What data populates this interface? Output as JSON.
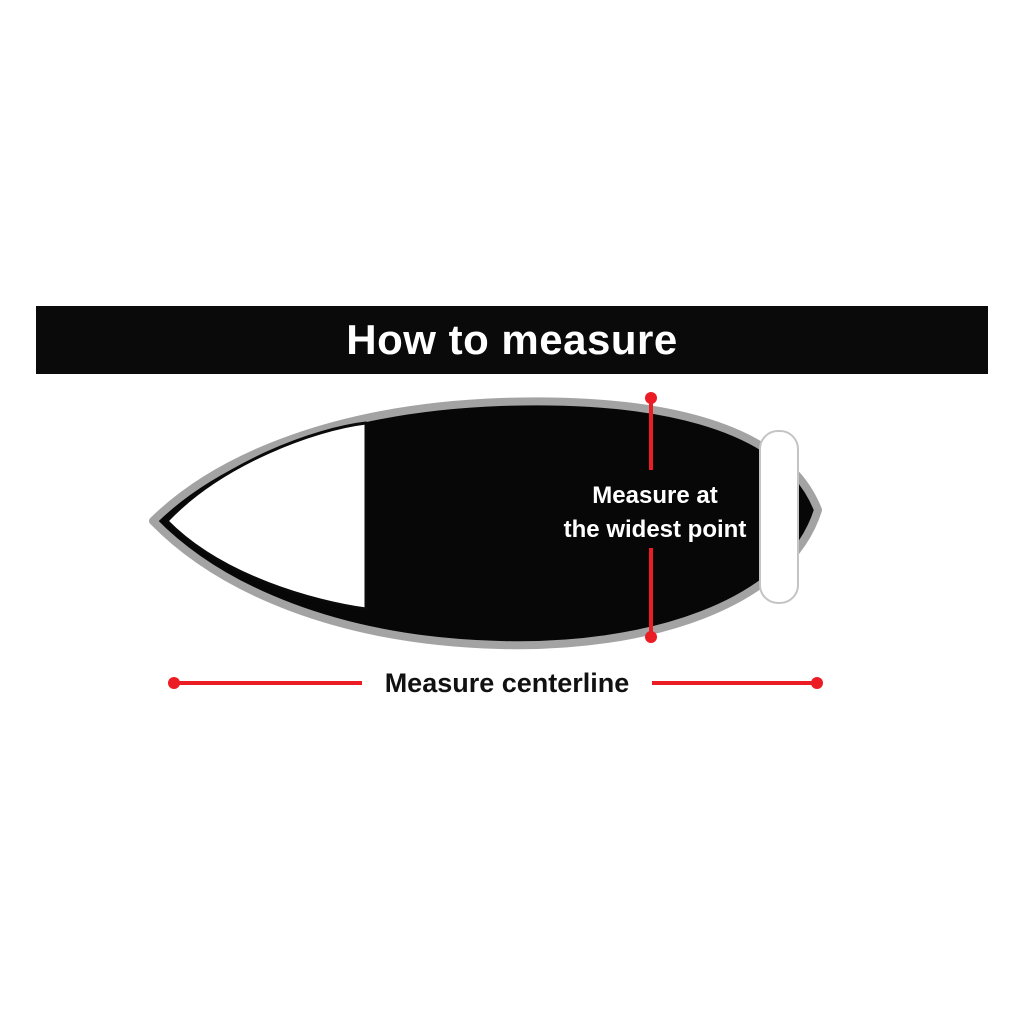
{
  "banner": {
    "title": "How to measure"
  },
  "diagram": {
    "width_label": {
      "line1": "Measure at",
      "line2": "the widest point"
    },
    "length_label": "Measure centerline"
  },
  "colors": {
    "accent_red": "#ec1c24",
    "banner_background": "#0a0a0a",
    "hull_fill": "#070707",
    "hull_outline": "#a3a3a3",
    "bow_fill": "#ffffff",
    "label_on_dark": "#ffffff",
    "label_on_light": "#111111"
  }
}
